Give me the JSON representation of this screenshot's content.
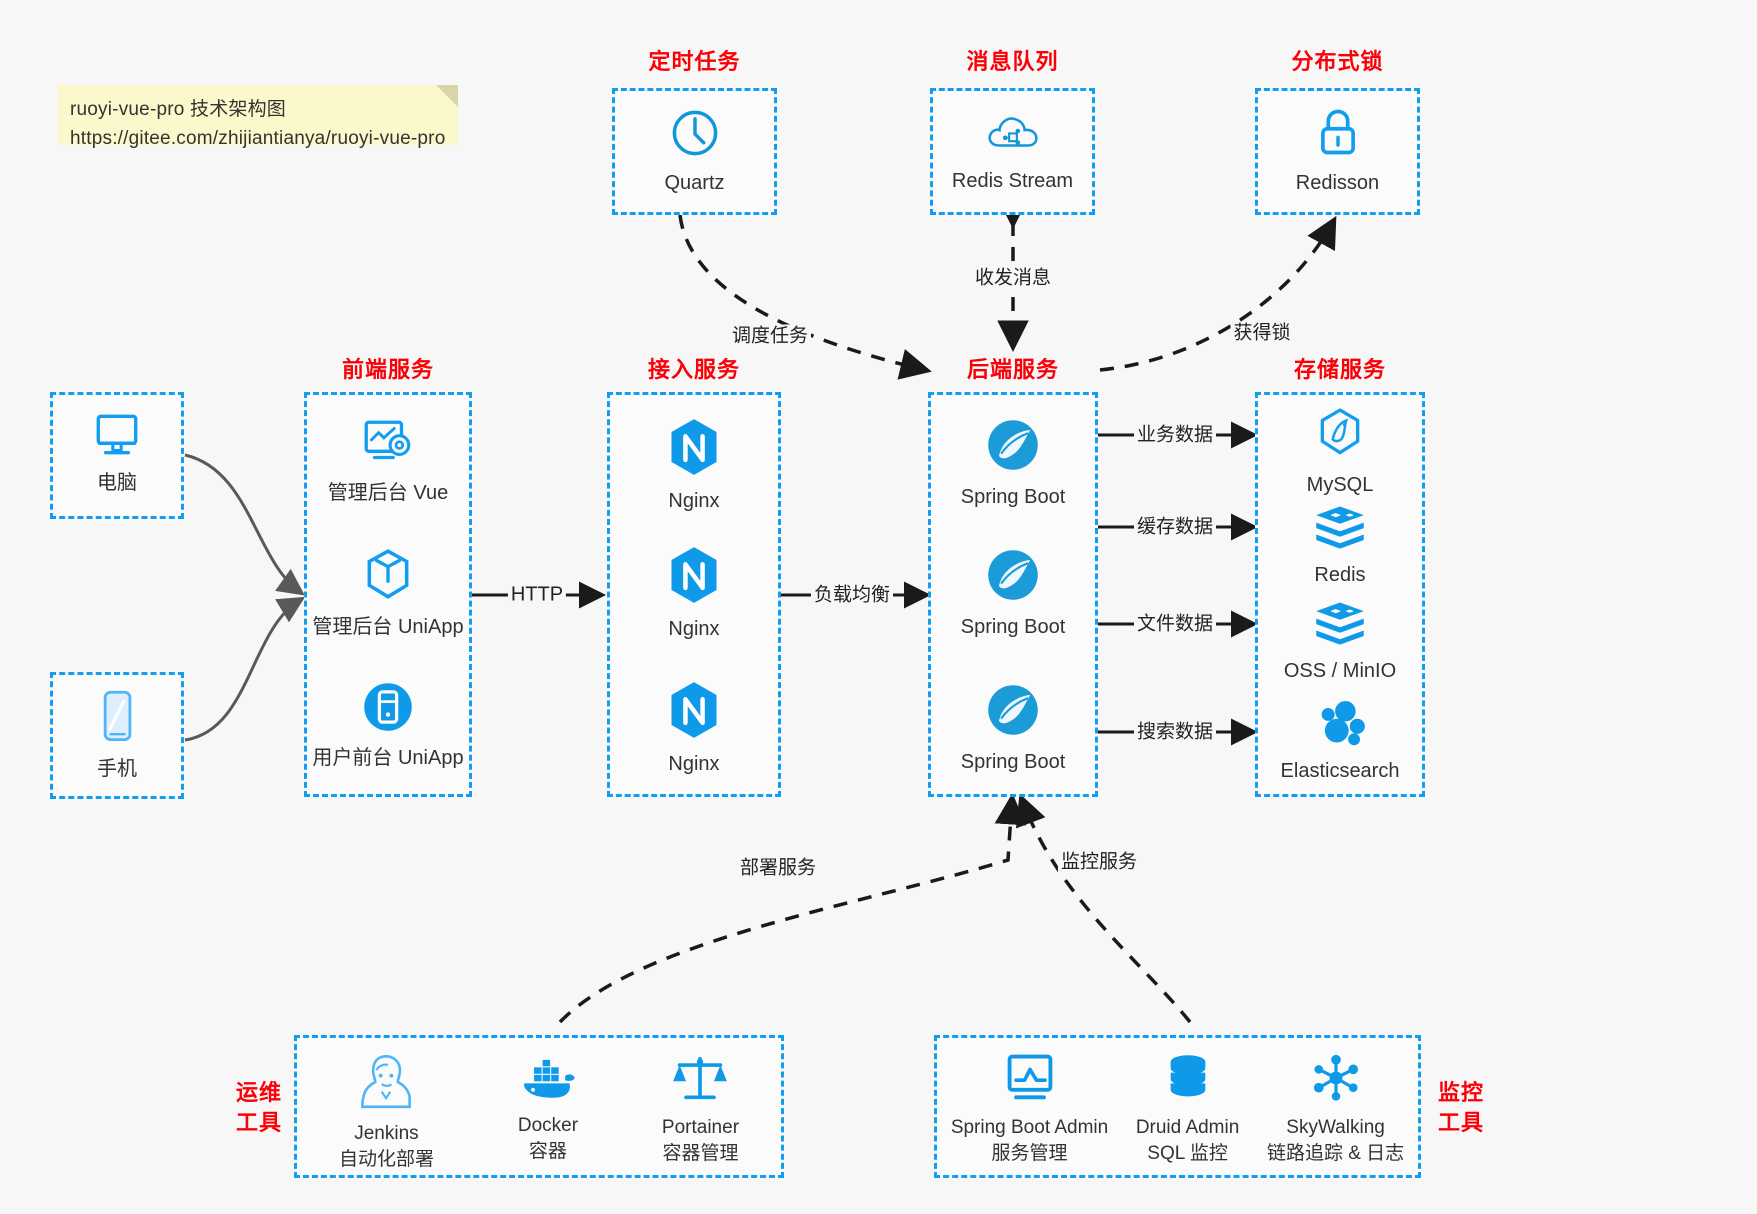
{
  "note": {
    "line1": "ruoyi-vue-pro 技术架构图",
    "line2": "https://gitee.com/zhijiantianya/ruoyi-vue-pro"
  },
  "colors": {
    "accent_blue": "#119ef0",
    "icon_blue": "#1296db",
    "title_red": "#fb0007",
    "background": "#f7f7f7",
    "box_fill": "#fbfbfb",
    "text": "#333333",
    "arrow_solid": "#1a1a1a",
    "arrow_curve": "#595959"
  },
  "groups": {
    "scheduled_task": {
      "title": "定时任务",
      "nodes": [
        {
          "label": "Quartz",
          "icon": "clock-icon"
        }
      ]
    },
    "message_queue": {
      "title": "消息队列",
      "nodes": [
        {
          "label": "Redis Stream",
          "icon": "cloud-stream-icon"
        }
      ]
    },
    "distributed_lock": {
      "title": "分布式锁",
      "nodes": [
        {
          "label": "Redisson",
          "icon": "lock-icon"
        }
      ]
    },
    "clients": {
      "nodes": [
        {
          "label": "电脑",
          "icon": "desktop-icon"
        },
        {
          "label": "手机",
          "icon": "mobile-icon"
        }
      ]
    },
    "frontend": {
      "title": "前端服务",
      "nodes": [
        {
          "label": "管理后台 Vue",
          "icon": "dashboard-icon"
        },
        {
          "label": "管理后台 UniApp",
          "icon": "cube-icon"
        },
        {
          "label": "用户前台 UniApp",
          "icon": "app-icon"
        }
      ]
    },
    "gateway": {
      "title": "接入服务",
      "nodes": [
        {
          "label": "Nginx",
          "icon": "nginx-icon"
        },
        {
          "label": "Nginx",
          "icon": "nginx-icon"
        },
        {
          "label": "Nginx",
          "icon": "nginx-icon"
        }
      ]
    },
    "backend": {
      "title": "后端服务",
      "nodes": [
        {
          "label": "Spring Boot",
          "icon": "spring-icon"
        },
        {
          "label": "Spring Boot",
          "icon": "spring-icon"
        },
        {
          "label": "Spring Boot",
          "icon": "spring-icon"
        }
      ]
    },
    "storage": {
      "title": "存储服务",
      "nodes": [
        {
          "label": "MySQL",
          "icon": "mysql-icon"
        },
        {
          "label": "Redis",
          "icon": "redis-icon"
        },
        {
          "label": "OSS / MinIO",
          "icon": "oss-icon"
        },
        {
          "label": "Elasticsearch",
          "icon": "elasticsearch-icon"
        }
      ]
    },
    "ops_tools": {
      "title": "运维\n工具",
      "title_line1": "运维",
      "title_line2": "工具",
      "nodes": [
        {
          "label": "Jenkins",
          "sub": "自动化部署",
          "icon": "jenkins-icon"
        },
        {
          "label": "Docker",
          "sub": "容器",
          "icon": "docker-icon"
        },
        {
          "label": "Portainer",
          "sub": "容器管理",
          "icon": "scales-icon"
        }
      ]
    },
    "monitor_tools": {
      "title_line1": "监控",
      "title_line2": "工具",
      "nodes": [
        {
          "label": "Spring Boot Admin",
          "sub": "服务管理",
          "icon": "monitor-chart-icon"
        },
        {
          "label": "Druid Admin",
          "sub": "SQL 监控",
          "icon": "database-icon"
        },
        {
          "label": "SkyWalking",
          "sub": "链路追踪 & 日志",
          "icon": "skywalking-icon"
        }
      ]
    }
  },
  "edges": {
    "schedule_task": "调度任务",
    "send_receive_message": "收发消息",
    "acquire_lock": "获得锁",
    "http": "HTTP",
    "load_balance": "负载均衡",
    "business_data": "业务数据",
    "cache_data": "缓存数据",
    "file_data": "文件数据",
    "search_data": "搜索数据",
    "deploy_service": "部署服务",
    "monitor_service": "监控服务"
  }
}
